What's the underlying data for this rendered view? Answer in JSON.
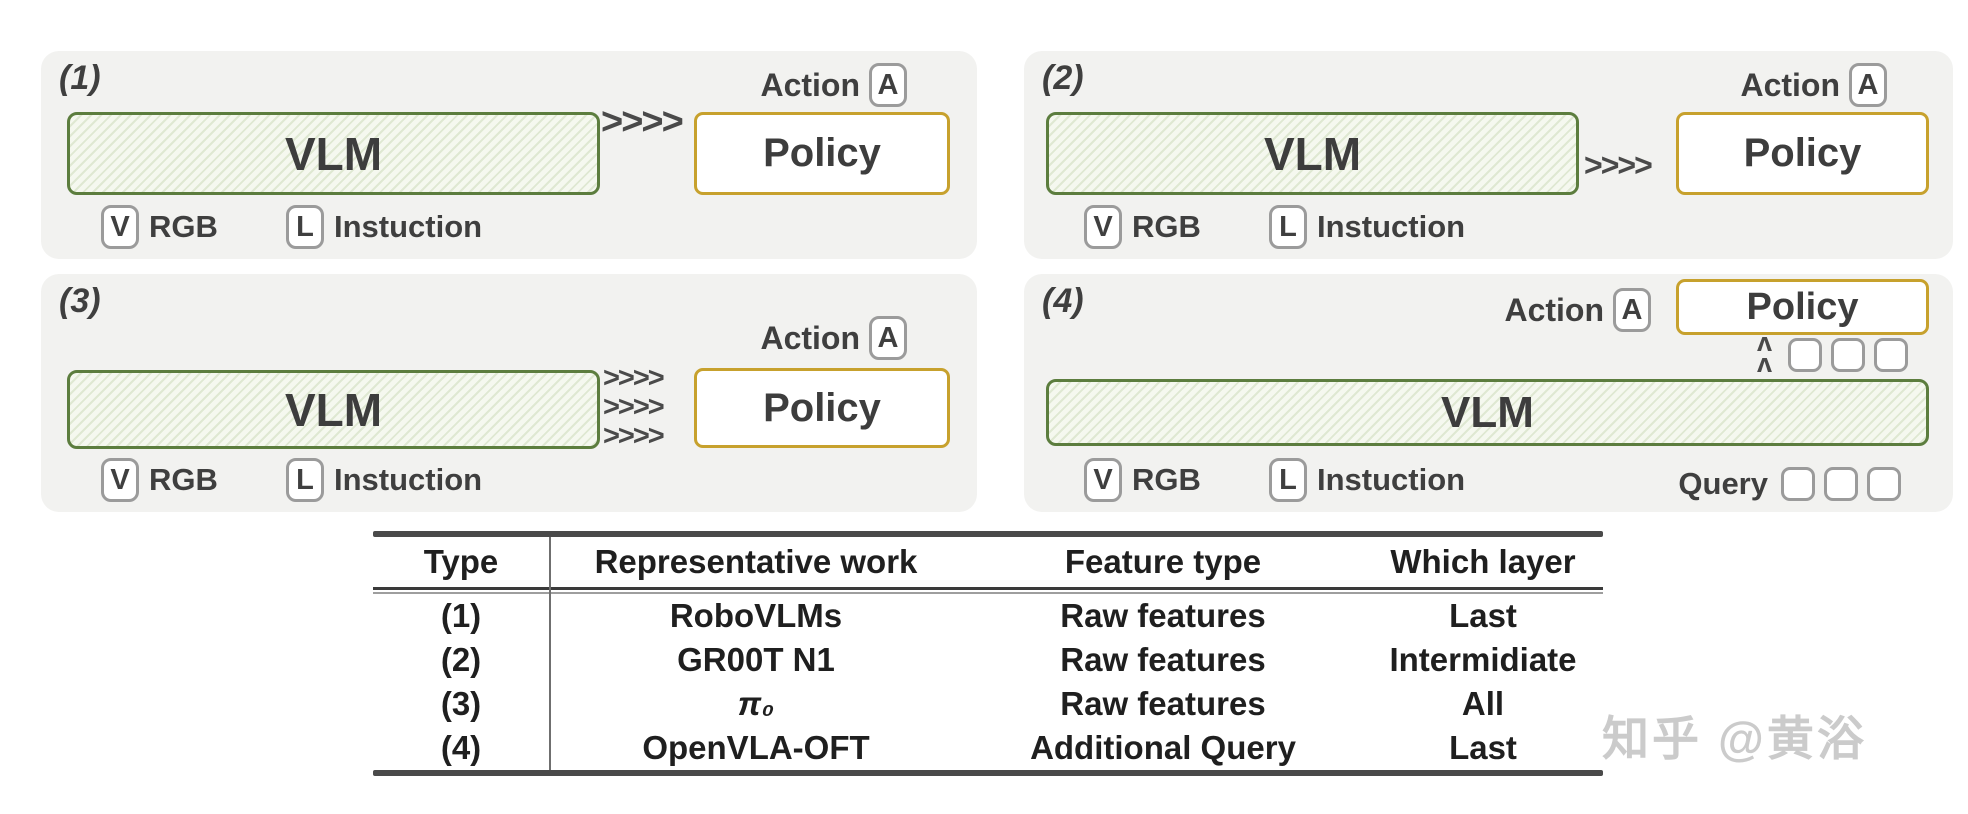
{
  "panels": [
    {
      "label": "(1)",
      "vlm": "VLM",
      "arrow": ">>>>",
      "policy": "Policy",
      "action_label": "Action",
      "action_token": "A",
      "vision_token": "V",
      "vision_label": "RGB",
      "language_token": "L",
      "language_label": "Instuction"
    },
    {
      "label": "(2)",
      "vlm": "VLM",
      "arrow": ">>>>",
      "policy": "Policy",
      "action_label": "Action",
      "action_token": "A",
      "vision_token": "V",
      "vision_label": "RGB",
      "language_token": "L",
      "language_label": "Instuction"
    },
    {
      "label": "(3)",
      "vlm": "VLM",
      "arrow": ">>>>",
      "policy": "Policy",
      "action_label": "Action",
      "action_token": "A",
      "vision_token": "V",
      "vision_label": "RGB",
      "language_token": "L",
      "language_label": "Instuction"
    },
    {
      "label": "(4)",
      "vlm": "VLM",
      "policy": "Policy",
      "action_label": "Action",
      "action_token": "A",
      "vision_token": "V",
      "vision_label": "RGB",
      "language_token": "L",
      "language_label": "Instuction",
      "query_label": "Query",
      "up_glyph": "ʌ"
    }
  ],
  "table": {
    "headers": [
      "Type",
      "Representative work",
      "Feature type",
      "Which layer"
    ],
    "rows": [
      [
        "(1)",
        "RoboVLMs",
        "Raw features",
        "Last"
      ],
      [
        "(2)",
        "GR00T N1",
        "Raw features",
        "Intermidiate"
      ],
      [
        "(3)",
        "π₀",
        "Raw features",
        "All"
      ],
      [
        "(4)",
        "OpenVLA-OFT",
        "Additional Query",
        "Last"
      ]
    ]
  },
  "watermark": "知乎 @黄浴",
  "colors": {
    "panel_bg": "#f2f2f0",
    "vlm_border": "#5c7d3e",
    "vlm_fill": "#f5f8ef",
    "policy_border": "#c7a12d",
    "token_border": "#9b9b9b",
    "text": "#3f3f3f",
    "table_rule": "#4a4a4a",
    "watermark_color": "#cbcbcb"
  }
}
